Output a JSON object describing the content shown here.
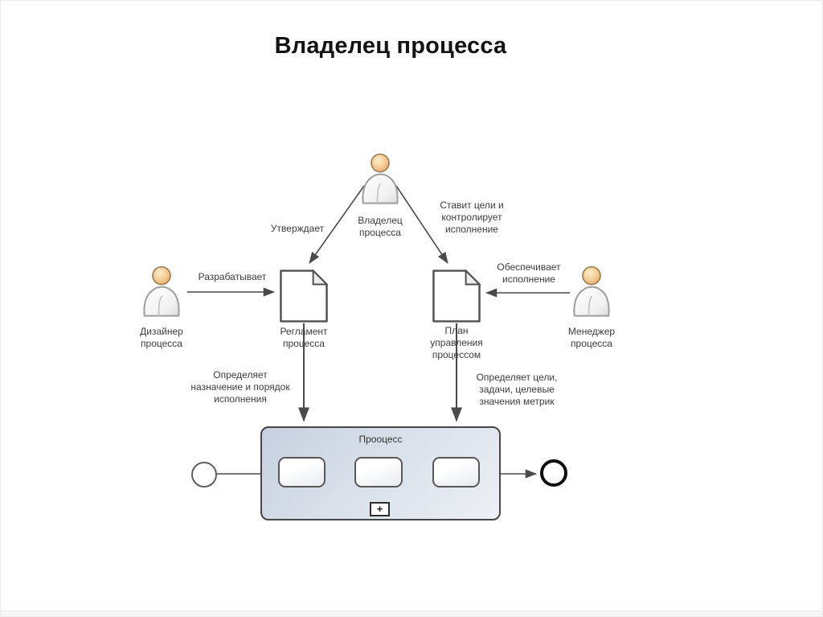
{
  "title": "Владелец процесса",
  "actors": {
    "owner": {
      "name": "Владелец процесса"
    },
    "designer": {
      "name": "Дизайнер процесса"
    },
    "manager": {
      "name": "Менеджер процесса"
    }
  },
  "documents": {
    "regulation": {
      "name": "Регламент процесса"
    },
    "plan": {
      "name": "План управления процессом"
    }
  },
  "relations": {
    "approves": {
      "label": "Утверждает"
    },
    "sets_goals": {
      "label": "Ставит цели и контролирует исполнение"
    },
    "develops": {
      "label": "Разрабатывает"
    },
    "ensures": {
      "label": "Обеспечивает исполнение"
    },
    "defines_purpose": {
      "label": "Определяет назначение и порядок исполнения"
    },
    "defines_metrics": {
      "label": "Определяет цели, задачи, целевые значения метрик"
    }
  },
  "process": {
    "name": "Прооцесс",
    "subprocess_marker": "+"
  },
  "colors": {
    "page_bg": "#ffffff",
    "line": "#4a4a4a",
    "container_border": "#474747",
    "container_fill_top": "#c6d0df",
    "container_fill_bottom": "#edf0f5",
    "head_fill": "#f3c88f",
    "end_event": "#0d0d0d"
  }
}
